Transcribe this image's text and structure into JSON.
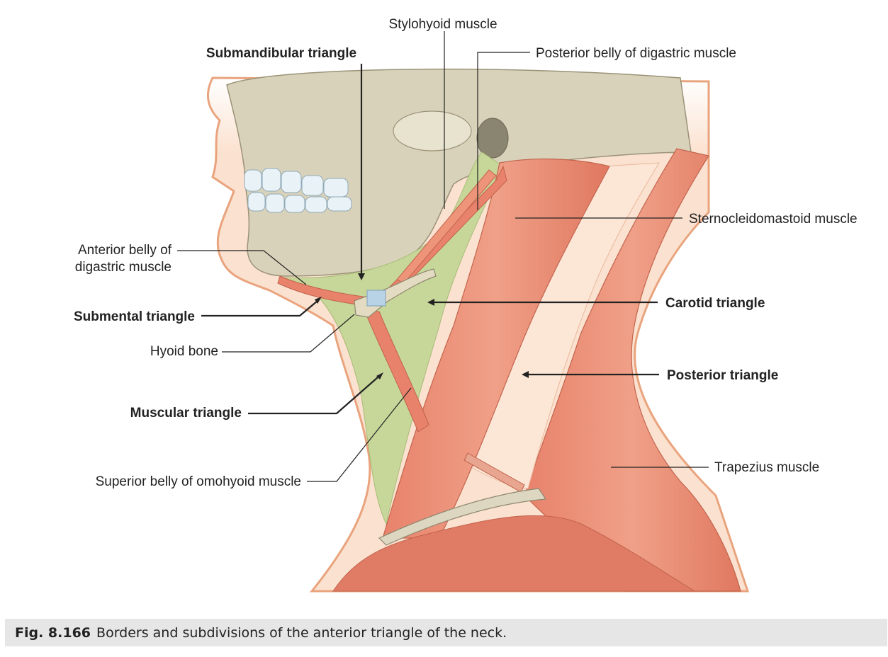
{
  "labels": {
    "stylohyoid": "Stylohyoid muscle",
    "submandibular": "Submandibular triangle",
    "posterior_digastric": "Posterior belly of digastric muscle",
    "sternocleidomastoid": "Sternocleidomastoid muscle",
    "anterior_digastric_1": "Anterior belly of",
    "anterior_digastric_2": "digastric muscle",
    "carotid": "Carotid triangle",
    "submental": "Submental triangle",
    "hyoid": "Hyoid bone",
    "posterior_triangle": "Posterior triangle",
    "muscular": "Muscular triangle",
    "trapezius": "Trapezius muscle",
    "omohyoid": "Superior belly of omohyoid muscle"
  },
  "caption": {
    "number": "Fig. 8.166",
    "text": "Borders and subdivisions of the anterior triangle of the neck."
  },
  "colors": {
    "muscle": "#e8826b",
    "skin": "#fbe1cf",
    "bone": "#d9d2ba",
    "triangle_fill": "#c7d79a"
  }
}
